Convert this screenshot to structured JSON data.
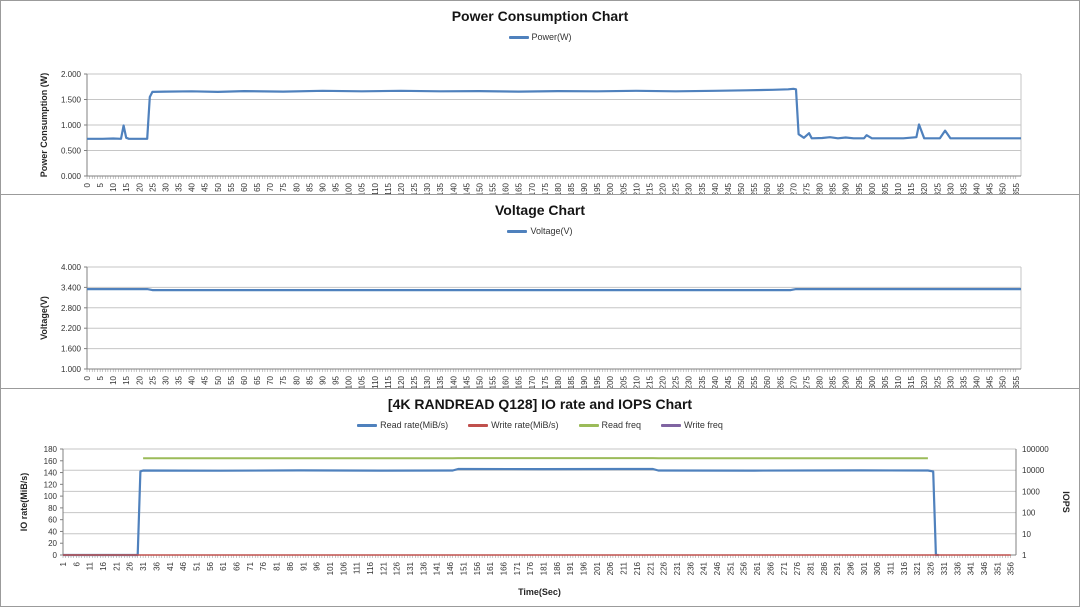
{
  "page": {
    "colors": {
      "grid": "#c6c6c6",
      "axis": "#808080",
      "minor_tick": "#8c8c8c",
      "accent_blue": "#4F81BD",
      "accent_red": "#C0504D",
      "accent_green": "#9BBB59",
      "accent_purple": "#8064A2"
    }
  },
  "chart_data": [
    {
      "type": "line",
      "title": "Power Consumption Chart",
      "legend": [
        {
          "label": "Power(W)",
          "color": "#4F81BD"
        }
      ],
      "x_axis": {
        "label": "",
        "min": 0,
        "max": 357,
        "tick_start": 0,
        "tick_end": 355,
        "tick_step": 5,
        "minor_tick_step": 1
      },
      "y_axis": {
        "label": "Power Consumption (W)",
        "min": 0,
        "max": 2,
        "grid": true,
        "tick_values": [
          0,
          0.5,
          1,
          1.5,
          2
        ],
        "tick_labels": [
          "0.000",
          "0.500",
          "1.000",
          "1.500",
          "2.000"
        ]
      },
      "series": [
        {
          "name": "Power(W)",
          "color": "#4F81BD",
          "axis": "left",
          "width": 2.2,
          "points": [
            [
              0,
              0.73
            ],
            [
              6,
              0.73
            ],
            [
              10,
              0.735
            ],
            [
              13,
              0.73
            ],
            [
              14,
              0.99
            ],
            [
              15,
              0.75
            ],
            [
              16,
              0.73
            ],
            [
              20,
              0.73
            ],
            [
              23,
              0.73
            ],
            [
              24,
              1.55
            ],
            [
              25,
              1.65
            ],
            [
              30,
              1.655
            ],
            [
              40,
              1.66
            ],
            [
              50,
              1.65
            ],
            [
              60,
              1.665
            ],
            [
              75,
              1.655
            ],
            [
              90,
              1.67
            ],
            [
              105,
              1.66
            ],
            [
              120,
              1.67
            ],
            [
              135,
              1.66
            ],
            [
              150,
              1.665
            ],
            [
              165,
              1.655
            ],
            [
              180,
              1.665
            ],
            [
              195,
              1.66
            ],
            [
              210,
              1.67
            ],
            [
              225,
              1.66
            ],
            [
              240,
              1.67
            ],
            [
              252,
              1.68
            ],
            [
              262,
              1.69
            ],
            [
              268,
              1.7
            ],
            [
              270,
              1.71
            ],
            [
              271,
              1.7
            ],
            [
              272,
              0.82
            ],
            [
              274,
              0.75
            ],
            [
              276,
              0.84
            ],
            [
              277,
              0.74
            ],
            [
              281,
              0.745
            ],
            [
              284,
              0.76
            ],
            [
              287,
              0.74
            ],
            [
              290,
              0.755
            ],
            [
              293,
              0.74
            ],
            [
              297,
              0.74
            ],
            [
              298,
              0.8
            ],
            [
              300,
              0.74
            ],
            [
              306,
              0.74
            ],
            [
              312,
              0.74
            ],
            [
              317,
              0.76
            ],
            [
              318,
              1.01
            ],
            [
              320,
              0.74
            ],
            [
              326,
              0.74
            ],
            [
              328,
              0.89
            ],
            [
              330,
              0.74
            ],
            [
              338,
              0.74
            ],
            [
              346,
              0.74
            ],
            [
              357,
              0.74
            ]
          ]
        }
      ]
    },
    {
      "type": "line",
      "title": "Voltage Chart",
      "legend": [
        {
          "label": "Voltage(V)",
          "color": "#4F81BD"
        }
      ],
      "x_axis": {
        "label": "",
        "min": 0,
        "max": 357,
        "tick_start": 0,
        "tick_end": 355,
        "tick_step": 5,
        "minor_tick_step": 1
      },
      "y_axis": {
        "label": "Voltage(V)",
        "min": 1,
        "max": 4,
        "grid": true,
        "tick_values": [
          1,
          1.6,
          2.2,
          2.8,
          3.4,
          4
        ],
        "tick_labels": [
          "1.000",
          "1.600",
          "2.200",
          "2.800",
          "3.400",
          "4.000"
        ]
      },
      "series": [
        {
          "name": "Voltage(V)",
          "color": "#4F81BD",
          "axis": "left",
          "width": 2.2,
          "points": [
            [
              0,
              3.35
            ],
            [
              23,
              3.35
            ],
            [
              25,
              3.32
            ],
            [
              269,
              3.32
            ],
            [
              271,
              3.35
            ],
            [
              357,
              3.35
            ]
          ]
        }
      ]
    },
    {
      "type": "line",
      "title": "[4K RANDREAD Q128] IO rate and IOPS Chart",
      "legend": [
        {
          "label": "Read rate(MiB/s)",
          "color": "#4F81BD"
        },
        {
          "label": "Write rate(MiB/s)",
          "color": "#C0504D"
        },
        {
          "label": "Read freq",
          "color": "#9BBB59"
        },
        {
          "label": "Write freq",
          "color": "#8064A2"
        }
      ],
      "x_axis": {
        "label": "Time(Sec)",
        "min": 1,
        "max": 358,
        "tick_start": 1,
        "tick_end": 356,
        "tick_step": 5,
        "minor_tick_step": 1
      },
      "y_axis": {
        "label": "IO rate(MiB/s)",
        "min": 0,
        "max": 180,
        "grid": false,
        "tick_values": [
          0,
          20,
          40,
          60,
          80,
          100,
          120,
          140,
          160,
          180
        ],
        "tick_labels": [
          "0",
          "20",
          "40",
          "60",
          "80",
          "100",
          "120",
          "140",
          "160",
          "180"
        ]
      },
      "y2_axis": {
        "label": "IOPS",
        "scale": "log",
        "min": 1,
        "max": 100000,
        "grid": true,
        "tick_values": [
          1,
          10,
          100,
          1000,
          10000,
          100000
        ],
        "tick_labels": [
          "1",
          "10",
          "100",
          "1000",
          "10000",
          "100000"
        ]
      },
      "series": [
        {
          "name": "Read rate(MiB/s)",
          "color": "#4F81BD",
          "axis": "left",
          "width": 2.2,
          "points": [
            [
              1,
              0
            ],
            [
              29,
              0
            ],
            [
              30,
              142
            ],
            [
              31,
              143.5
            ],
            [
              60,
              143.2
            ],
            [
              90,
              143.6
            ],
            [
              120,
              143.3
            ],
            [
              147,
              143.5
            ],
            [
              149,
              146
            ],
            [
              180,
              145.8
            ],
            [
              210,
              146
            ],
            [
              222,
              146
            ],
            [
              224,
              143.5
            ],
            [
              260,
              143.3
            ],
            [
              300,
              143.6
            ],
            [
              325,
              143.5
            ],
            [
              327,
              142
            ],
            [
              328,
              0
            ],
            [
              329,
              0
            ]
          ]
        },
        {
          "name": "Write rate(MiB/s)",
          "color": "#C0504D",
          "axis": "left",
          "width": 1.5,
          "points": [
            [
              1,
              0
            ],
            [
              356,
              0
            ]
          ]
        },
        {
          "name": "Read freq",
          "color": "#9BBB59",
          "axis": "right",
          "width": 2,
          "points": [
            [
              31,
              36600
            ],
            [
              147,
              36600
            ],
            [
              149,
              37400
            ],
            [
              222,
              37400
            ],
            [
              224,
              36600
            ],
            [
              325,
              36600
            ]
          ]
        },
        {
          "name": "Write freq",
          "color": "#8064A2",
          "axis": "right",
          "width": 2,
          "points": []
        }
      ]
    }
  ]
}
